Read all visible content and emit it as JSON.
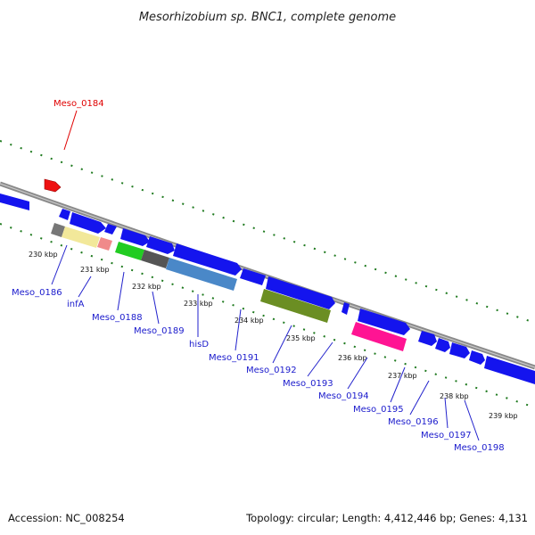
{
  "header": {
    "title": "Mesorhizobium sp. BNC1, complete genome"
  },
  "footer": {
    "accession": "Accession: NC_008254",
    "summary": "Topology: circular; Length: 4,412,446 bp; Genes: 4,131"
  },
  "colors": {
    "backbone": "#8a8a8a",
    "tick": "#1f7a1f",
    "gene_forward": "#1414ee",
    "gene_red": "#ee1111",
    "label_blue": "#1a1acc",
    "label_red": "#e00000"
  },
  "ticks": [
    {
      "label": "230 kbp"
    },
    {
      "label": "231 kbp"
    },
    {
      "label": "232 kbp"
    },
    {
      "label": "233 kbp"
    },
    {
      "label": "234 kbp"
    },
    {
      "label": "235 kbp"
    },
    {
      "label": "236 kbp"
    },
    {
      "label": "237 kbp"
    },
    {
      "label": "238 kbp"
    },
    {
      "label": "239 kbp"
    }
  ],
  "gene_labels": [
    {
      "label": "Meso_0184",
      "color": "red"
    },
    {
      "label": "Meso_0186",
      "color": "blue"
    },
    {
      "label": "infA",
      "color": "blue"
    },
    {
      "label": "Meso_0188",
      "color": "blue"
    },
    {
      "label": "Meso_0189",
      "color": "blue"
    },
    {
      "label": "hisD",
      "color": "blue"
    },
    {
      "label": "Meso_0191",
      "color": "blue"
    },
    {
      "label": "Meso_0192",
      "color": "blue"
    },
    {
      "label": "Meso_0193",
      "color": "blue"
    },
    {
      "label": "Meso_0194",
      "color": "blue"
    },
    {
      "label": "Meso_0195",
      "color": "blue"
    },
    {
      "label": "Meso_0196",
      "color": "blue"
    },
    {
      "label": "Meso_0197",
      "color": "blue"
    },
    {
      "label": "Meso_0198",
      "color": "blue"
    }
  ],
  "features": [
    {
      "name": "Meso_0184",
      "color": "#ee1111"
    },
    {
      "name": "gene",
      "color": "#1414ee"
    },
    {
      "name": "gene",
      "color": "#777777"
    },
    {
      "name": "gene",
      "color": "#f2e89a"
    },
    {
      "name": "gene",
      "color": "#f08a8a"
    },
    {
      "name": "gene",
      "color": "#22cc22"
    },
    {
      "name": "gene",
      "color": "#555555"
    },
    {
      "name": "gene",
      "color": "#4a88c8"
    },
    {
      "name": "gene",
      "color": "#6b8e23"
    },
    {
      "name": "gene",
      "color": "#ff1493"
    }
  ]
}
